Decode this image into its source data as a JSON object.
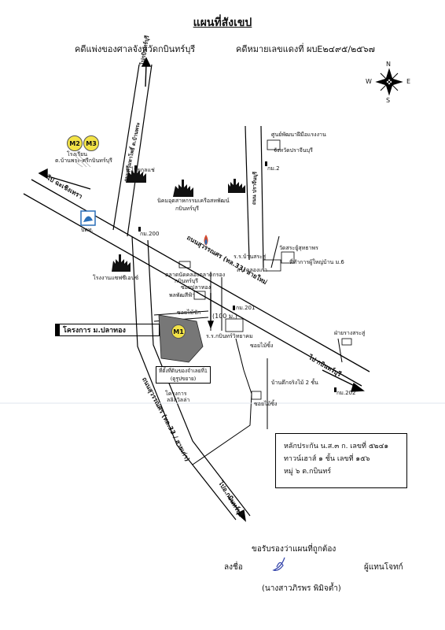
{
  "header": {
    "title": "แผนที่สังเขป",
    "court": "คดีแพ่งของศาลจังหวัดกบินทร์บุรี",
    "case_no": "คดีหมายเลขแดงที่  ผบE๒๔๙๕/๒๕๖๗"
  },
  "compass": {
    "n": "N",
    "s": "S",
    "e": "E",
    "w": "W"
  },
  "roads": {
    "to_prachinburi": "ไปกบินทร์บุรี",
    "suwannason_n": "ถนนสุวรรณศร (ทล.33) สายใหม่",
    "suwannason_s": "ถนนสุวรรณศร (ทล.33 / สายเก่า)",
    "to_chachoengsao": "ไป ฉะเชิงเทรา",
    "to_kabin_se": "ไป กบินทร์บุรี",
    "to_kabin_s": "ไปอ.กบินทร์บุรี",
    "left_road": "ถนนศรีมหาโพธิ์ ต.บ้านพระ",
    "top_right_road": "ถนน ปราจีนบุรี"
  },
  "places": {
    "m2": "M2",
    "m3": "M3",
    "m1": "M1",
    "school_top": "โรงเรียน",
    "temple_left": "ต.บ้านพระ-ศรีกบินทร์บุรี",
    "factory1": "บ.ไทยกุลแช่",
    "factory2": "นิคมอุตสาหกรรมเครือสหพัฒน์",
    "factory2b": "กบินทร์บุรี",
    "factory3": "โรงงานแซฟซีเอนซ์",
    "ptt": "ปตท.",
    "km200": "กม.200",
    "km201": "กม.201",
    "km202": "กม.202",
    "km2": "กม.2",
    "market": "ตลาดนัดคลองตลาดกรอง",
    "market2": "กบินทร์บุรี",
    "market3": "ซอยปลาทอง",
    "pattaya": "พลพัฒสีฟ้า",
    "soi_mai_sak": "ซอยไม้ซัก",
    "distance": "(100 ม.)",
    "school_mid": "ร.ร.บ้านสระสู่",
    "school_mid2": "สระคลองเก่า",
    "kb_school": "ร.ร.กบินทร์วิทยาคม",
    "health": "ศูนย์พัฒนาฝีมือแรงงาน",
    "health2": "จังหวัดปราจีนบุรี",
    "temple_right": "วัดสระยู้สุทธาพร",
    "office": "ที่ทำการผู้ใหญ่บ้าน ม.6",
    "soi_right": "ซอยไม้ซิ้ง",
    "wat_road": "ฝ่ายรางสระสู่",
    "two_storey": "บ้านตึกจริงไม้ 2 ชั้น",
    "soi_bottom": "ซอยไม้ซิ้ง",
    "project_bottom": "โครงการ",
    "project_bottom2": "ลลิลวิลล่า"
  },
  "project_box": "โครงการ ม.ปลาทอง",
  "hq_box": {
    "line1": "ที่ตั้งที่ดินของจำเลยที่1",
    "line2": "(ดูรูปขยาย)"
  },
  "infobox": {
    "line1": "หลักประกัน น.ส.๓ ก. เลขที่ ๕๒๔๑",
    "line2": "ทาวน์เฮาส์ ๑ ชั้น เลขที่ ๑๕๖",
    "line3": "หมู่ ๖ ต.กบินทร์"
  },
  "signoff": {
    "certify": "ขอรับรองว่าแผนที่ถูกต้อง",
    "sign_label": "ลงชื่อ",
    "role": "ผู้แทนโจทก์",
    "name": "(นางสาวภิรพร พิมิจต้ำ)"
  }
}
